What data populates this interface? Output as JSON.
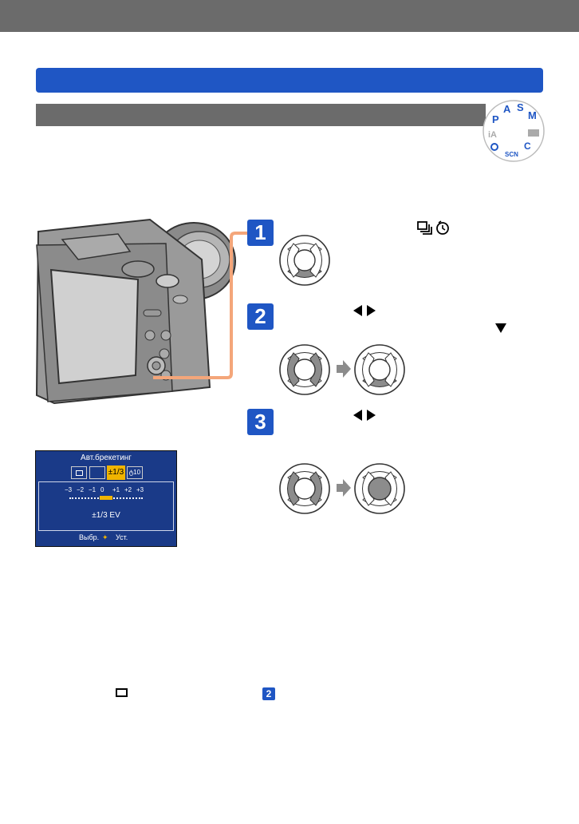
{
  "mode_dial": {
    "labels": [
      "P",
      "A",
      "S",
      "M",
      "C",
      "SCN",
      "iA"
    ]
  },
  "camera_screen": {
    "title": "Авт.брекетинг",
    "tab_step": "±1/3",
    "tab_timer": "ტ10",
    "scale_labels": [
      "−3",
      "−2",
      "−1",
      "0",
      "+1",
      "+2",
      "+3"
    ],
    "ev_value": "±1/3 EV",
    "footer_select": "Выбр.",
    "footer_set": "Уст."
  },
  "steps": [
    {
      "number": "1"
    },
    {
      "number": "2"
    },
    {
      "number": "3"
    }
  ],
  "inline": {
    "small_step_badge": "2"
  },
  "icons": {
    "arrows_lr": "left-right-arrows",
    "arrow_down": "down-arrow",
    "burst": "burst-icon",
    "timer": "self-timer-icon",
    "single": "single-shot-icon"
  },
  "colors": {
    "accent_blue": "#1f56c4",
    "header_gray": "#6b6b6b",
    "connector_orange": "#f4a67a",
    "button_gray": "#8c8c8c"
  }
}
